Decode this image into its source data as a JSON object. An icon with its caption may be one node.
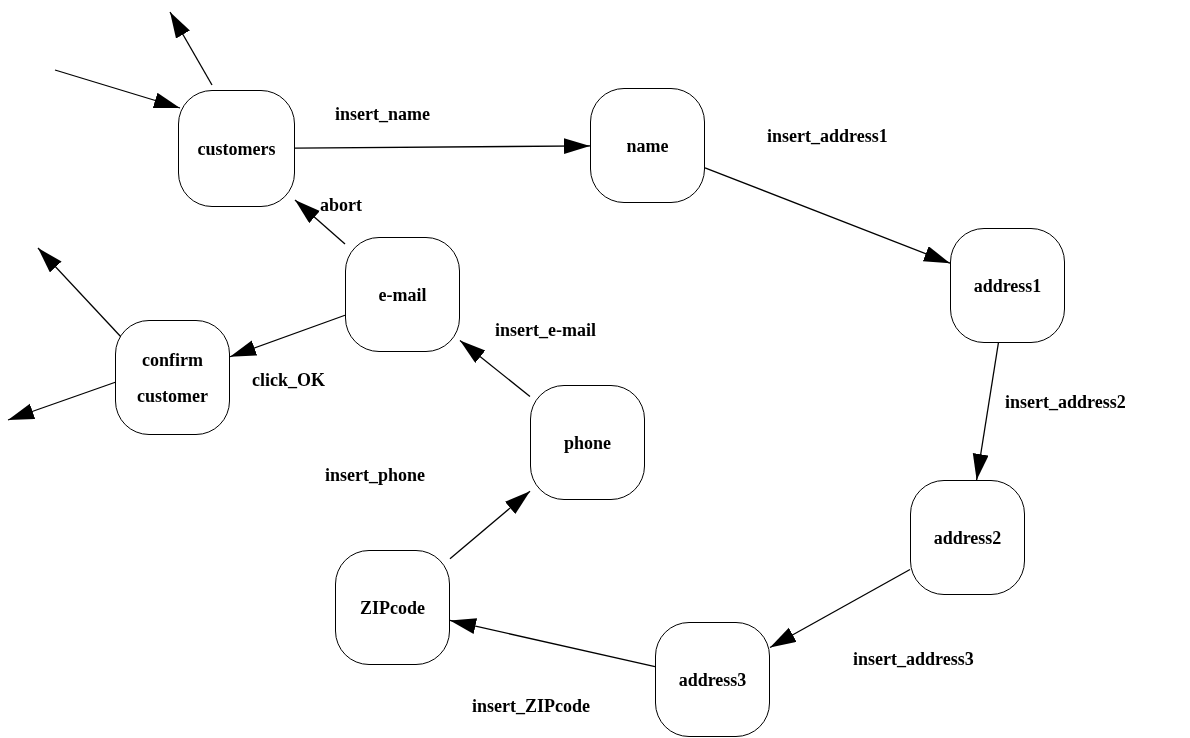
{
  "diagram": {
    "nodes": [
      {
        "text": [
          "customers"
        ]
      },
      {
        "text": [
          "name"
        ]
      },
      {
        "text": [
          "address1"
        ]
      },
      {
        "text": [
          "e-mail"
        ]
      },
      {
        "text": [
          "confirm customer"
        ]
      },
      {
        "text": [
          "phone"
        ]
      },
      {
        "text": [
          "address2"
        ]
      },
      {
        "text": [
          "ZIPcode"
        ]
      },
      {
        "text": [
          "address3"
        ]
      }
    ],
    "edges": [
      {
        "from": null,
        "to": 0,
        "arrow": "to"
      },
      {
        "from": 0,
        "to": null,
        "arrow": "to"
      },
      {
        "from": 0,
        "to": 1,
        "arrow": "to",
        "label": "insert_name"
      },
      {
        "from": 1,
        "to": 2,
        "arrow": "to",
        "label": "insert_address1"
      },
      {
        "from": 2,
        "to": 6,
        "arrow": "to",
        "label": "insert_address2"
      },
      {
        "from": 6,
        "to": 8,
        "arrow": "to",
        "label": "insert_address3"
      },
      {
        "from": 8,
        "to": 7,
        "arrow": "to",
        "label": "insert_ZIPcode"
      },
      {
        "from": 7,
        "to": 5,
        "arrow": "to",
        "label": "insert_phone"
      },
      {
        "from": 5,
        "to": 3,
        "arrow": "to",
        "label": "insert_e-mail"
      },
      {
        "from": 3,
        "to": 0,
        "arrow": "to",
        "label": "abort"
      },
      {
        "from": 3,
        "to": 4,
        "arrow": "to",
        "label": "click_OK"
      },
      {
        "from": 4,
        "to": null,
        "arrow": "to"
      },
      {
        "from": 4,
        "to": null,
        "arrow": "to"
      }
    ]
  }
}
